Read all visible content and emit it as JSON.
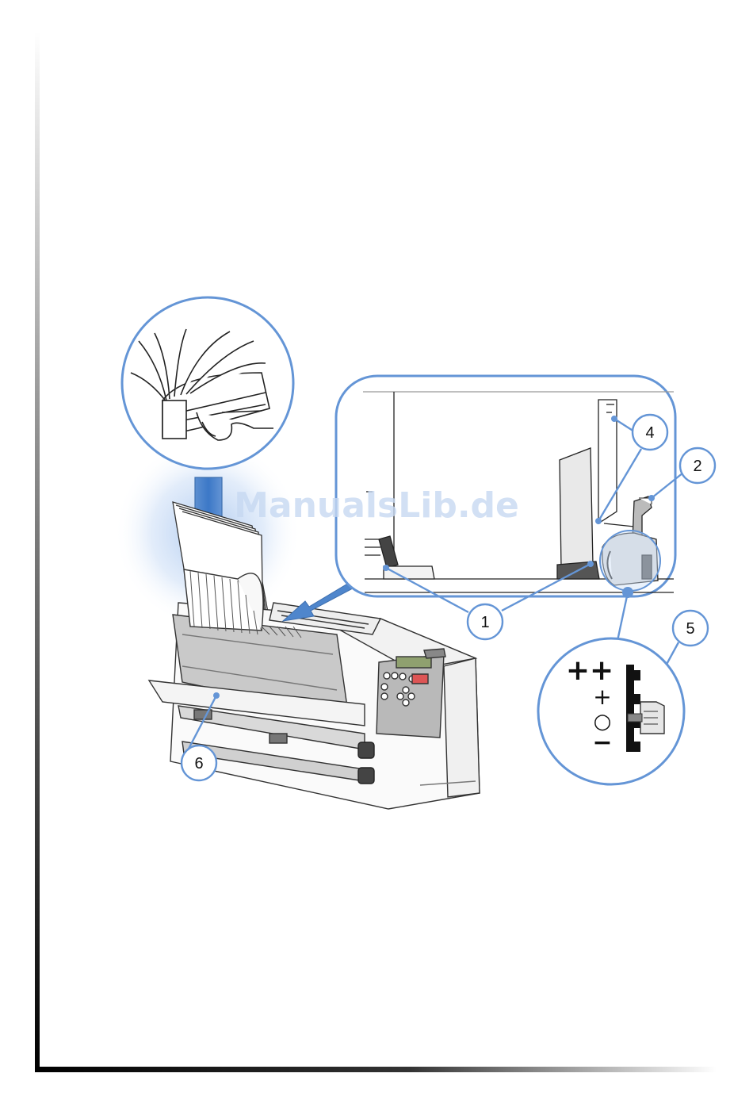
{
  "watermark": "ManualsLib.de",
  "callouts": {
    "c1": "1",
    "c2": "2",
    "c4": "4",
    "c5": "5",
    "c6": "6"
  },
  "density_scale": {
    "plusplus": "++",
    "plus": "+",
    "zero": "○",
    "minus": "−"
  },
  "colors": {
    "callout_blue": "#6495d6",
    "arrow_blue": "#4f86cc",
    "frame_black": "#111111"
  }
}
